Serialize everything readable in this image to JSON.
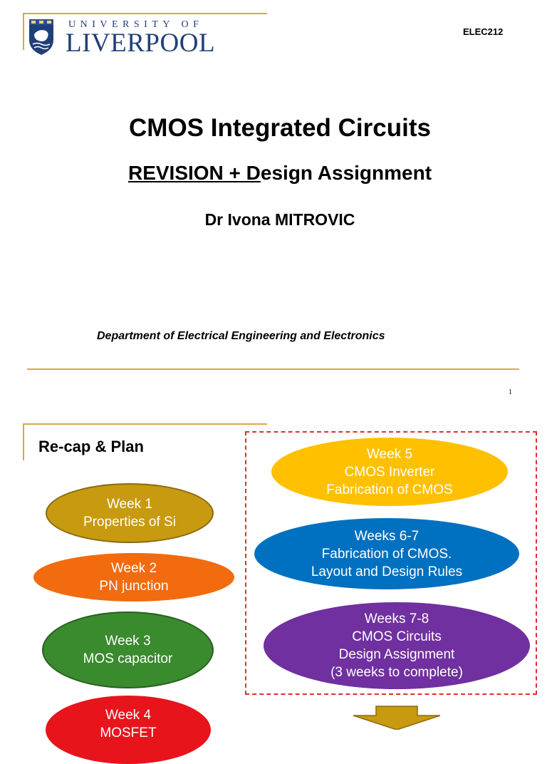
{
  "slide1": {
    "logo": {
      "line1": "UNIVERSITY OF",
      "line2": "LIVERPOOL",
      "crest_icon": "university-crest-icon"
    },
    "course_code": "ELEC212",
    "title": "CMOS Integrated Circuits",
    "subtitle_underlined": "REVISION + D",
    "subtitle_rest": "esign Assignment",
    "author": "Dr Ivona MITROVIC",
    "department": "Department of Electrical Engineering and Electronics",
    "page_number": "1",
    "accent_color": "#d4a94a"
  },
  "slide2": {
    "title": "Re-cap & Plan",
    "left_ovals": [
      {
        "lines": [
          "Week 1",
          "Properties of Si"
        ],
        "color": "#c89a10"
      },
      {
        "lines": [
          "Week 2",
          "PN junction"
        ],
        "color": "#f26b0f"
      },
      {
        "lines": [
          "Week 3",
          "MOS capacitor"
        ],
        "color": "#3a8a2e"
      },
      {
        "lines": [
          "Week 4",
          "MOSFET"
        ],
        "color": "#e8141c"
      }
    ],
    "right_ovals": [
      {
        "lines": [
          "Week 5",
          "CMOS Inverter",
          "Fabrication of CMOS"
        ],
        "color": "#ffc000"
      },
      {
        "lines": [
          "Weeks 6-7",
          "Fabrication of CMOS.",
          "Layout and Design Rules"
        ],
        "color": "#0070c0"
      },
      {
        "lines": [
          "Weeks 7-8",
          "CMOS Circuits",
          "Design Assignment",
          "(3 weeks to complete)"
        ],
        "color": "#7030a0"
      }
    ],
    "dashed_box_color": "#e03030",
    "arrow_color": "#c89a10",
    "arrow_icon": "down-arrow-icon"
  }
}
